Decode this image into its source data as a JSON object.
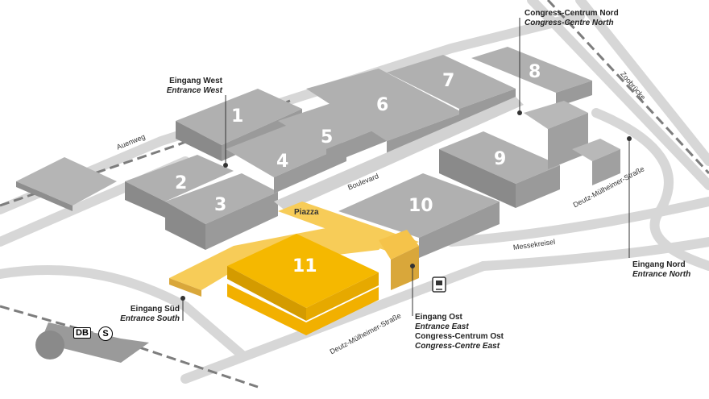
{
  "halls": [
    {
      "id": "1",
      "label": "1"
    },
    {
      "id": "2",
      "label": "2"
    },
    {
      "id": "3",
      "label": "3"
    },
    {
      "id": "4",
      "label": "4"
    },
    {
      "id": "5",
      "label": "5"
    },
    {
      "id": "6",
      "label": "6"
    },
    {
      "id": "7",
      "label": "7"
    },
    {
      "id": "8",
      "label": "8"
    },
    {
      "id": "9",
      "label": "9"
    },
    {
      "id": "10",
      "label": "10"
    },
    {
      "id": "11",
      "label": "11"
    }
  ],
  "piazza": "Piazza",
  "entrances": {
    "west": {
      "de": "Eingang West",
      "en": "Entrance West"
    },
    "south": {
      "de": "Eingang Süd",
      "en": "Entrance South"
    },
    "east": {
      "de": "Eingang Ost",
      "en": "Entrance East",
      "de2": "Congress-Centrum Ost",
      "en2": "Congress-Centre East"
    },
    "north": {
      "de": "Eingang Nord",
      "en": "Entrance North"
    },
    "cc_north": {
      "de": "Congress-Centrum Nord",
      "en": "Congress-Centre North"
    }
  },
  "roads": {
    "auenweg": "Auenweg",
    "boulevard": "Boulevard",
    "zoobruecke": "Zoobrücke",
    "deutz_north": "Deutz-Mülheimer-Straße",
    "deutz_south": "Deutz-Mülheimer-Straße",
    "messekreisel": "Messekreisel"
  },
  "station": {
    "db": "DB",
    "s": "S"
  },
  "colors": {
    "hall": "#a9a9a9",
    "highlight": "#f5b800",
    "road": "#cfcfcf",
    "rail": "#8a8a8a"
  }
}
